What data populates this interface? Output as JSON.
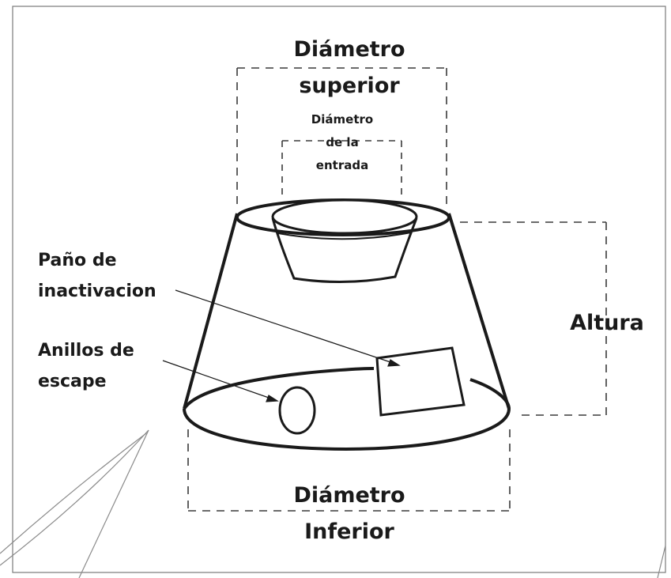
{
  "labels": {
    "top_diameter": [
      "Diámetro",
      "superior"
    ],
    "entrance_diameter": [
      "Diámetro",
      "de la",
      "entrada"
    ],
    "inactivation_cloth": [
      "Paño de",
      "inactivacion"
    ],
    "escape_rings": [
      "Anillos de",
      "escape"
    ],
    "height": "Altura",
    "bottom_diameter": [
      "Diámetro",
      "Inferior"
    ]
  },
  "colors": {
    "line": "#1a1a1a",
    "dash": "#3a3a3a",
    "background": "#ffffff",
    "frame": "#7a7a7a"
  }
}
